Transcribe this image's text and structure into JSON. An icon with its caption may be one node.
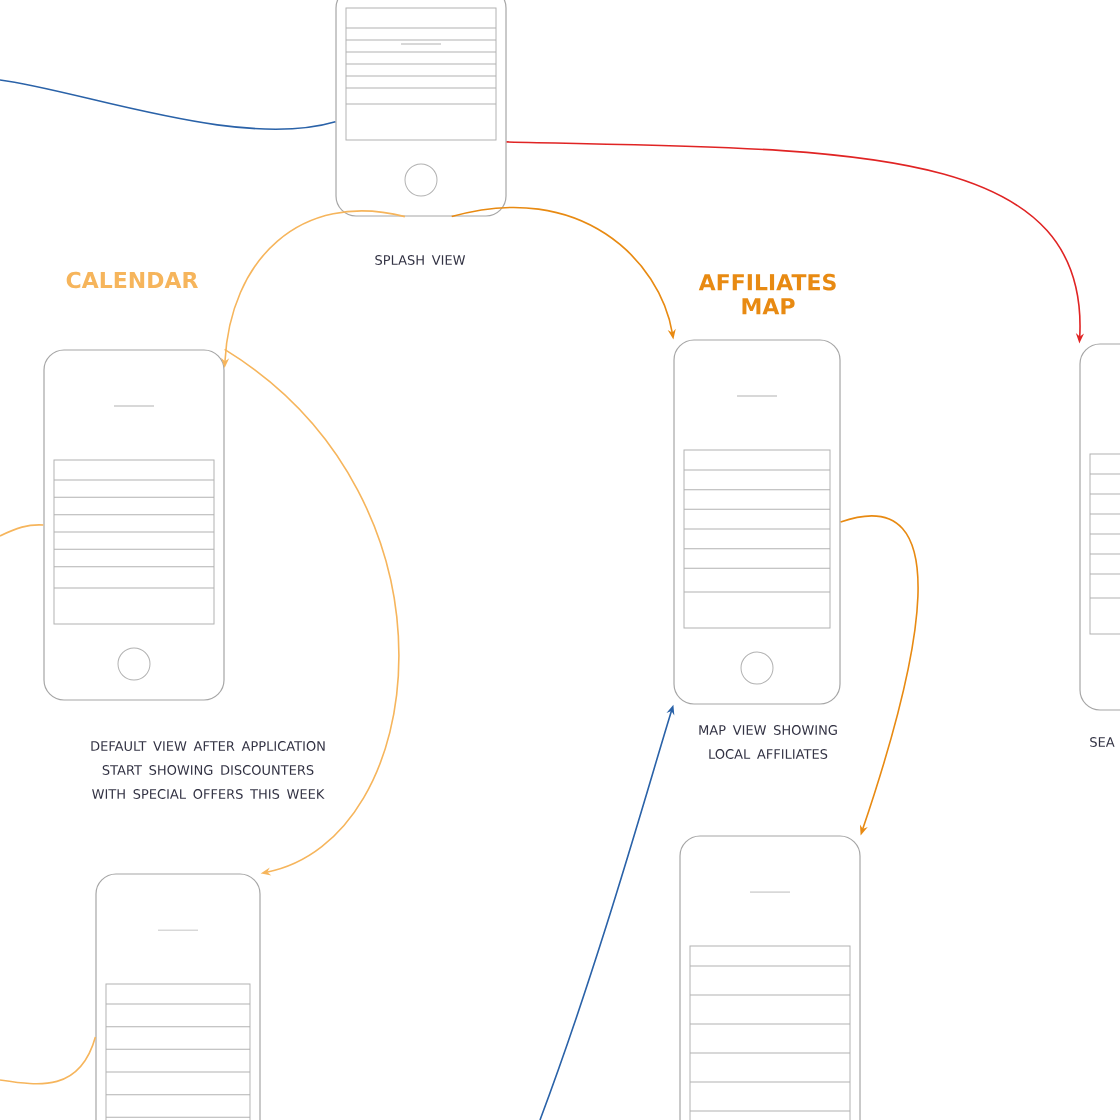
{
  "diagram": {
    "nodes": [
      {
        "text": [
          "SPLASH VIEW"
        ]
      },
      {
        "text": [
          "CALENDAR",
          "DEFAULT VIEW AFTER APPLICATION START SHOWING DISCOUNTERS WITH SPECIAL OFFERS THIS WEEK"
        ]
      },
      {
        "text": [
          "AFFILIATES MAP",
          "MAP VIEW SHOWING LOCAL AFFILIATES"
        ]
      },
      {
        "text": [
          "SEA"
        ]
      },
      {
        "text": [],
        "shape": "picture"
      },
      {
        "text": [],
        "shape": "picture"
      }
    ],
    "edges": [
      {
        "from": 0,
        "to": null,
        "arrow": "none",
        "color": "#2a62a8"
      },
      {
        "from": 0,
        "to": 1,
        "arrow": "to"
      },
      {
        "from": 0,
        "to": 2,
        "arrow": "to",
        "color": "#e88a12"
      },
      {
        "from": 0,
        "to": 3,
        "arrow": "to",
        "color": "#e02424"
      },
      {
        "from": null,
        "to": 1,
        "arrow": "none"
      },
      {
        "from": 1,
        "to": 4,
        "arrow": "to"
      },
      {
        "from": null,
        "to": 4,
        "arrow": "none"
      },
      {
        "from": null,
        "to": 2,
        "arrow": "to",
        "color": "#2a62a8"
      },
      {
        "from": 2,
        "to": 5,
        "arrow": "to",
        "color": "#e88a12"
      }
    ]
  }
}
